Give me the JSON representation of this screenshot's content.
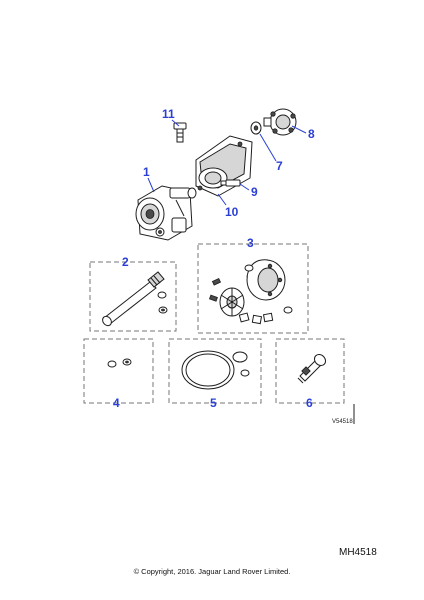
{
  "callouts": {
    "c1": "1",
    "c2": "2",
    "c3": "3",
    "c4": "4",
    "c5": "5",
    "c6": "6",
    "c7": "7",
    "c8": "8",
    "c9": "9",
    "c10": "10",
    "c11": "11"
  },
  "drawing_code": "V54518",
  "reference_code": "MH4518",
  "copyright": "© Copyright, 2016. Jaguar Land Rover Limited.",
  "colors": {
    "callout": "#2a3fd6",
    "line": "#1e1e1e"
  }
}
